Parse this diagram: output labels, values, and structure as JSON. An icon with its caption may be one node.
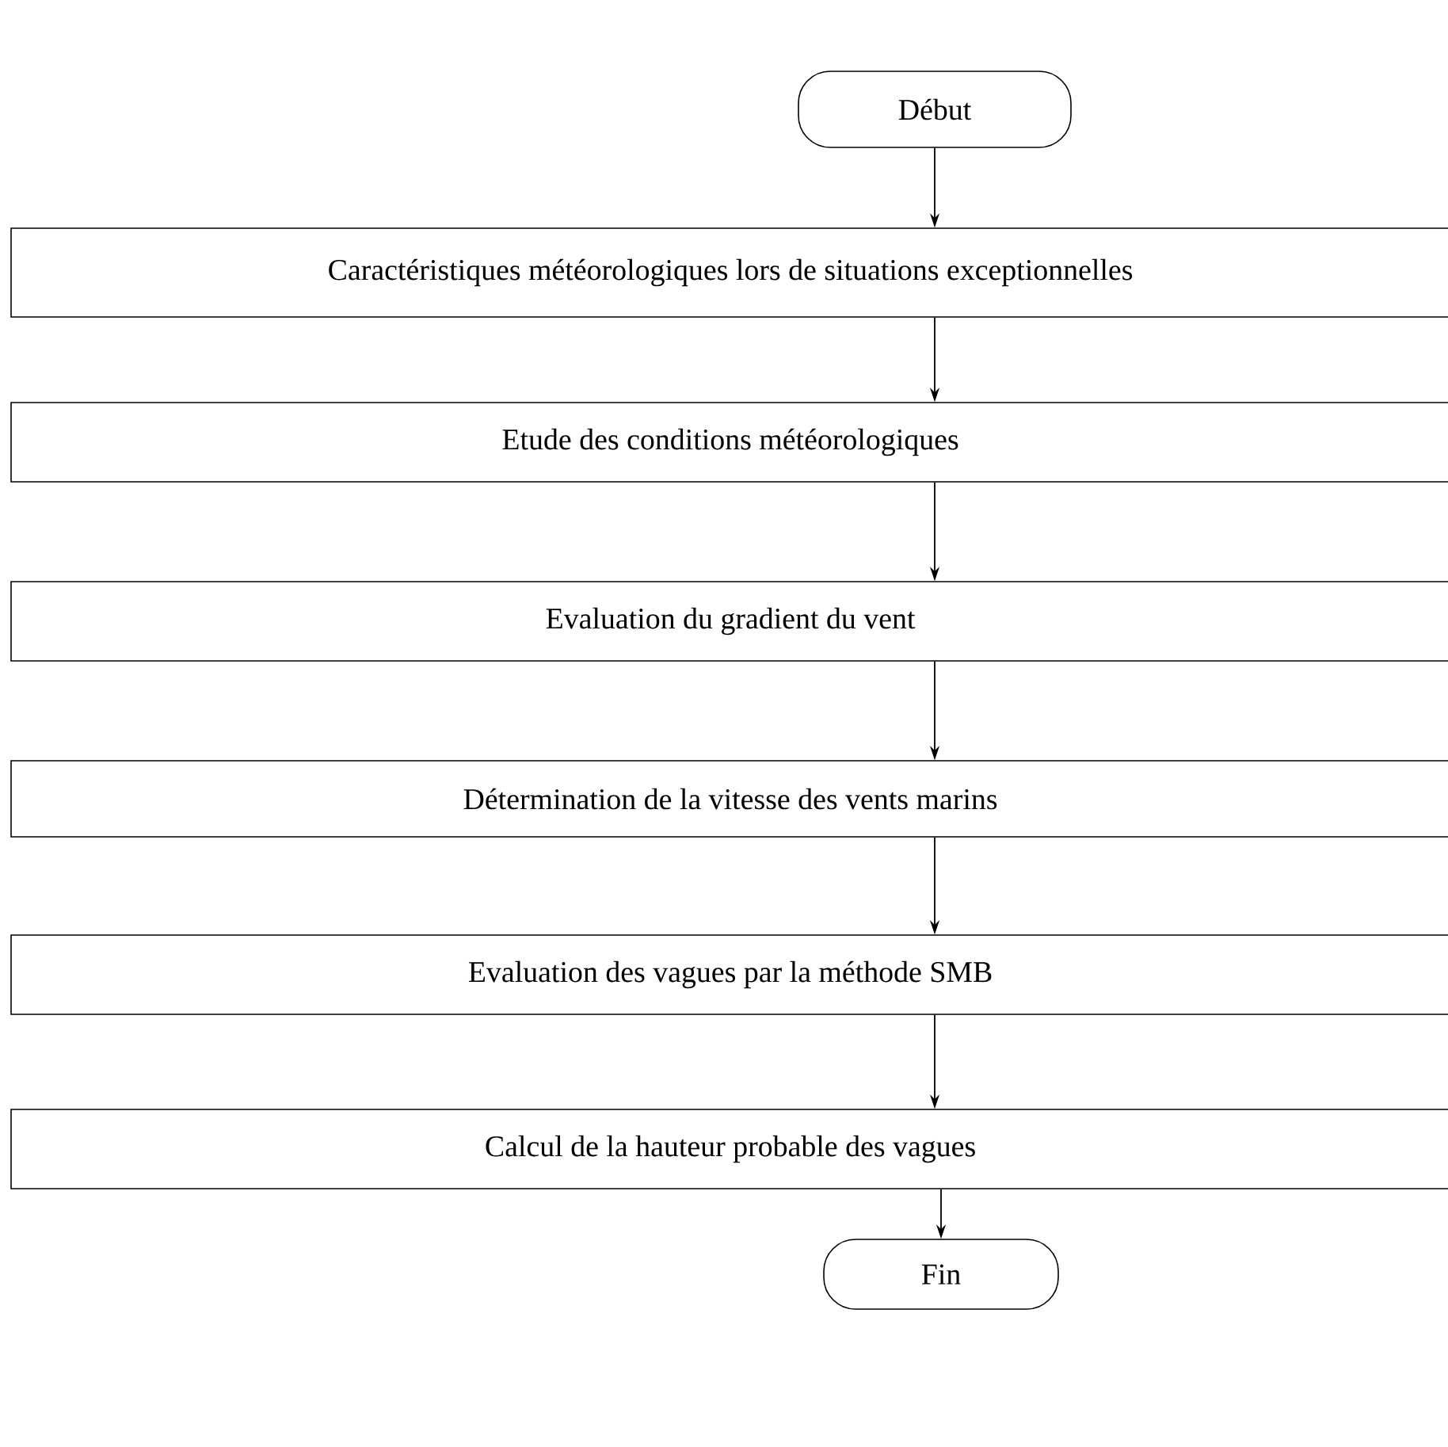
{
  "diagram": {
    "nodes": [
      {
        "text": [
          "Début"
        ]
      },
      {
        "text": [
          "Caractéristiques météorologiques lors de situations exceptionnelles"
        ]
      },
      {
        "text": [
          "Etude des conditions météorologiques"
        ]
      },
      {
        "text": [
          "Evaluation du gradient  du vent"
        ]
      },
      {
        "text": [
          "Détermination de la vitesse des vents marins"
        ]
      },
      {
        "text": [
          "Evaluation des vagues par la méthode SMB"
        ]
      },
      {
        "text": [
          "Calcul de la hauteur probable des vagues"
        ]
      },
      {
        "text": [
          "Fin"
        ]
      }
    ],
    "edges": [
      {
        "from": 0,
        "to": 1,
        "arrow": "to"
      },
      {
        "from": 1,
        "to": 2,
        "arrow": "to"
      },
      {
        "from": 2,
        "to": 3,
        "arrow": "to"
      },
      {
        "from": 3,
        "to": 4,
        "arrow": "to"
      },
      {
        "from": 4,
        "to": 5,
        "arrow": "to"
      },
      {
        "from": 5,
        "to": 6,
        "arrow": "to"
      },
      {
        "from": 6,
        "to": 7,
        "arrow": "to"
      }
    ]
  }
}
